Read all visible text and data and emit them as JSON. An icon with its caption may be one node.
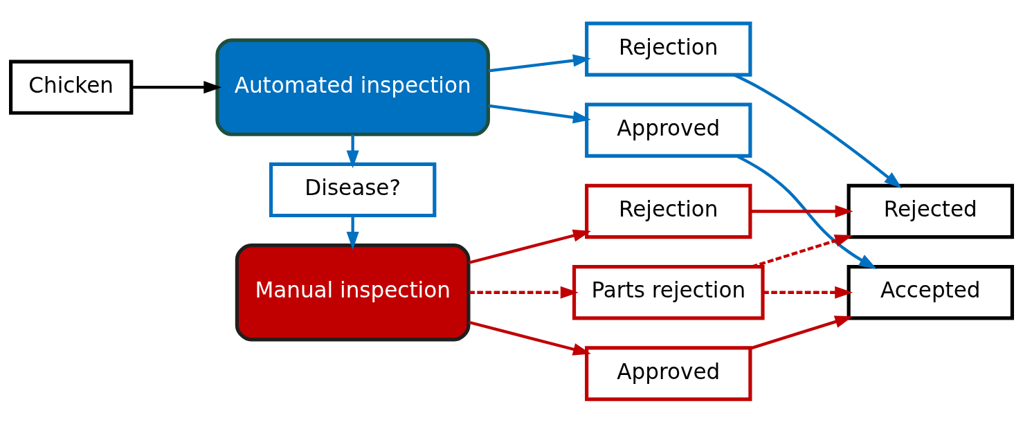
{
  "diagram": {
    "nodes": [
      {
        "text": [
          "Chicken"
        ]
      },
      {
        "text": [
          "Automated inspection"
        ]
      },
      {
        "text": [
          "Approved"
        ]
      },
      {
        "text": [
          "Rejection"
        ]
      },
      {
        "text": [
          "Accepted"
        ]
      },
      {
        "text": [
          "Disease?"
        ]
      },
      {
        "text": [
          "Manual inspection"
        ]
      },
      {
        "text": [
          "Approved"
        ]
      },
      {
        "text": [
          "Parts rejection"
        ]
      },
      {
        "text": [
          "Rejection"
        ]
      },
      {
        "text": [
          "Rejected"
        ]
      }
    ],
    "edges": [
      {
        "from": 0,
        "to": 1,
        "arrow": "to",
        "color": "#000000"
      },
      {
        "from": 1,
        "to": 2,
        "arrow": "to",
        "color": "#0070c0"
      },
      {
        "from": 1,
        "to": 3,
        "arrow": "to",
        "color": "#0070c0"
      },
      {
        "from": 2,
        "to": 4,
        "arrow": "to",
        "color": "#0070c0"
      },
      {
        "from": 3,
        "to": 10,
        "arrow": "to",
        "color": "#0070c0"
      },
      {
        "from": 1,
        "to": 5,
        "arrow": "to",
        "color": "#0070c0"
      },
      {
        "from": 5,
        "to": 6,
        "arrow": "to",
        "color": "#0070c0"
      },
      {
        "from": 6,
        "to": 7,
        "arrow": "to",
        "color": "#c00000"
      },
      {
        "from": 6,
        "to": 8,
        "arrow": "to",
        "style": "dashed",
        "color": "#c00000"
      },
      {
        "from": 6,
        "to": 9,
        "arrow": "to",
        "color": "#c00000"
      },
      {
        "from": 7,
        "to": 4,
        "arrow": "to",
        "color": "#c00000"
      },
      {
        "from": 8,
        "to": 4,
        "arrow": "to",
        "style": "dashed",
        "color": "#c00000"
      },
      {
        "from": 8,
        "to": 10,
        "arrow": "to",
        "style": "dashed",
        "color": "#c00000"
      },
      {
        "from": 9,
        "to": 10,
        "arrow": "to",
        "color": "#c00000"
      }
    ]
  }
}
